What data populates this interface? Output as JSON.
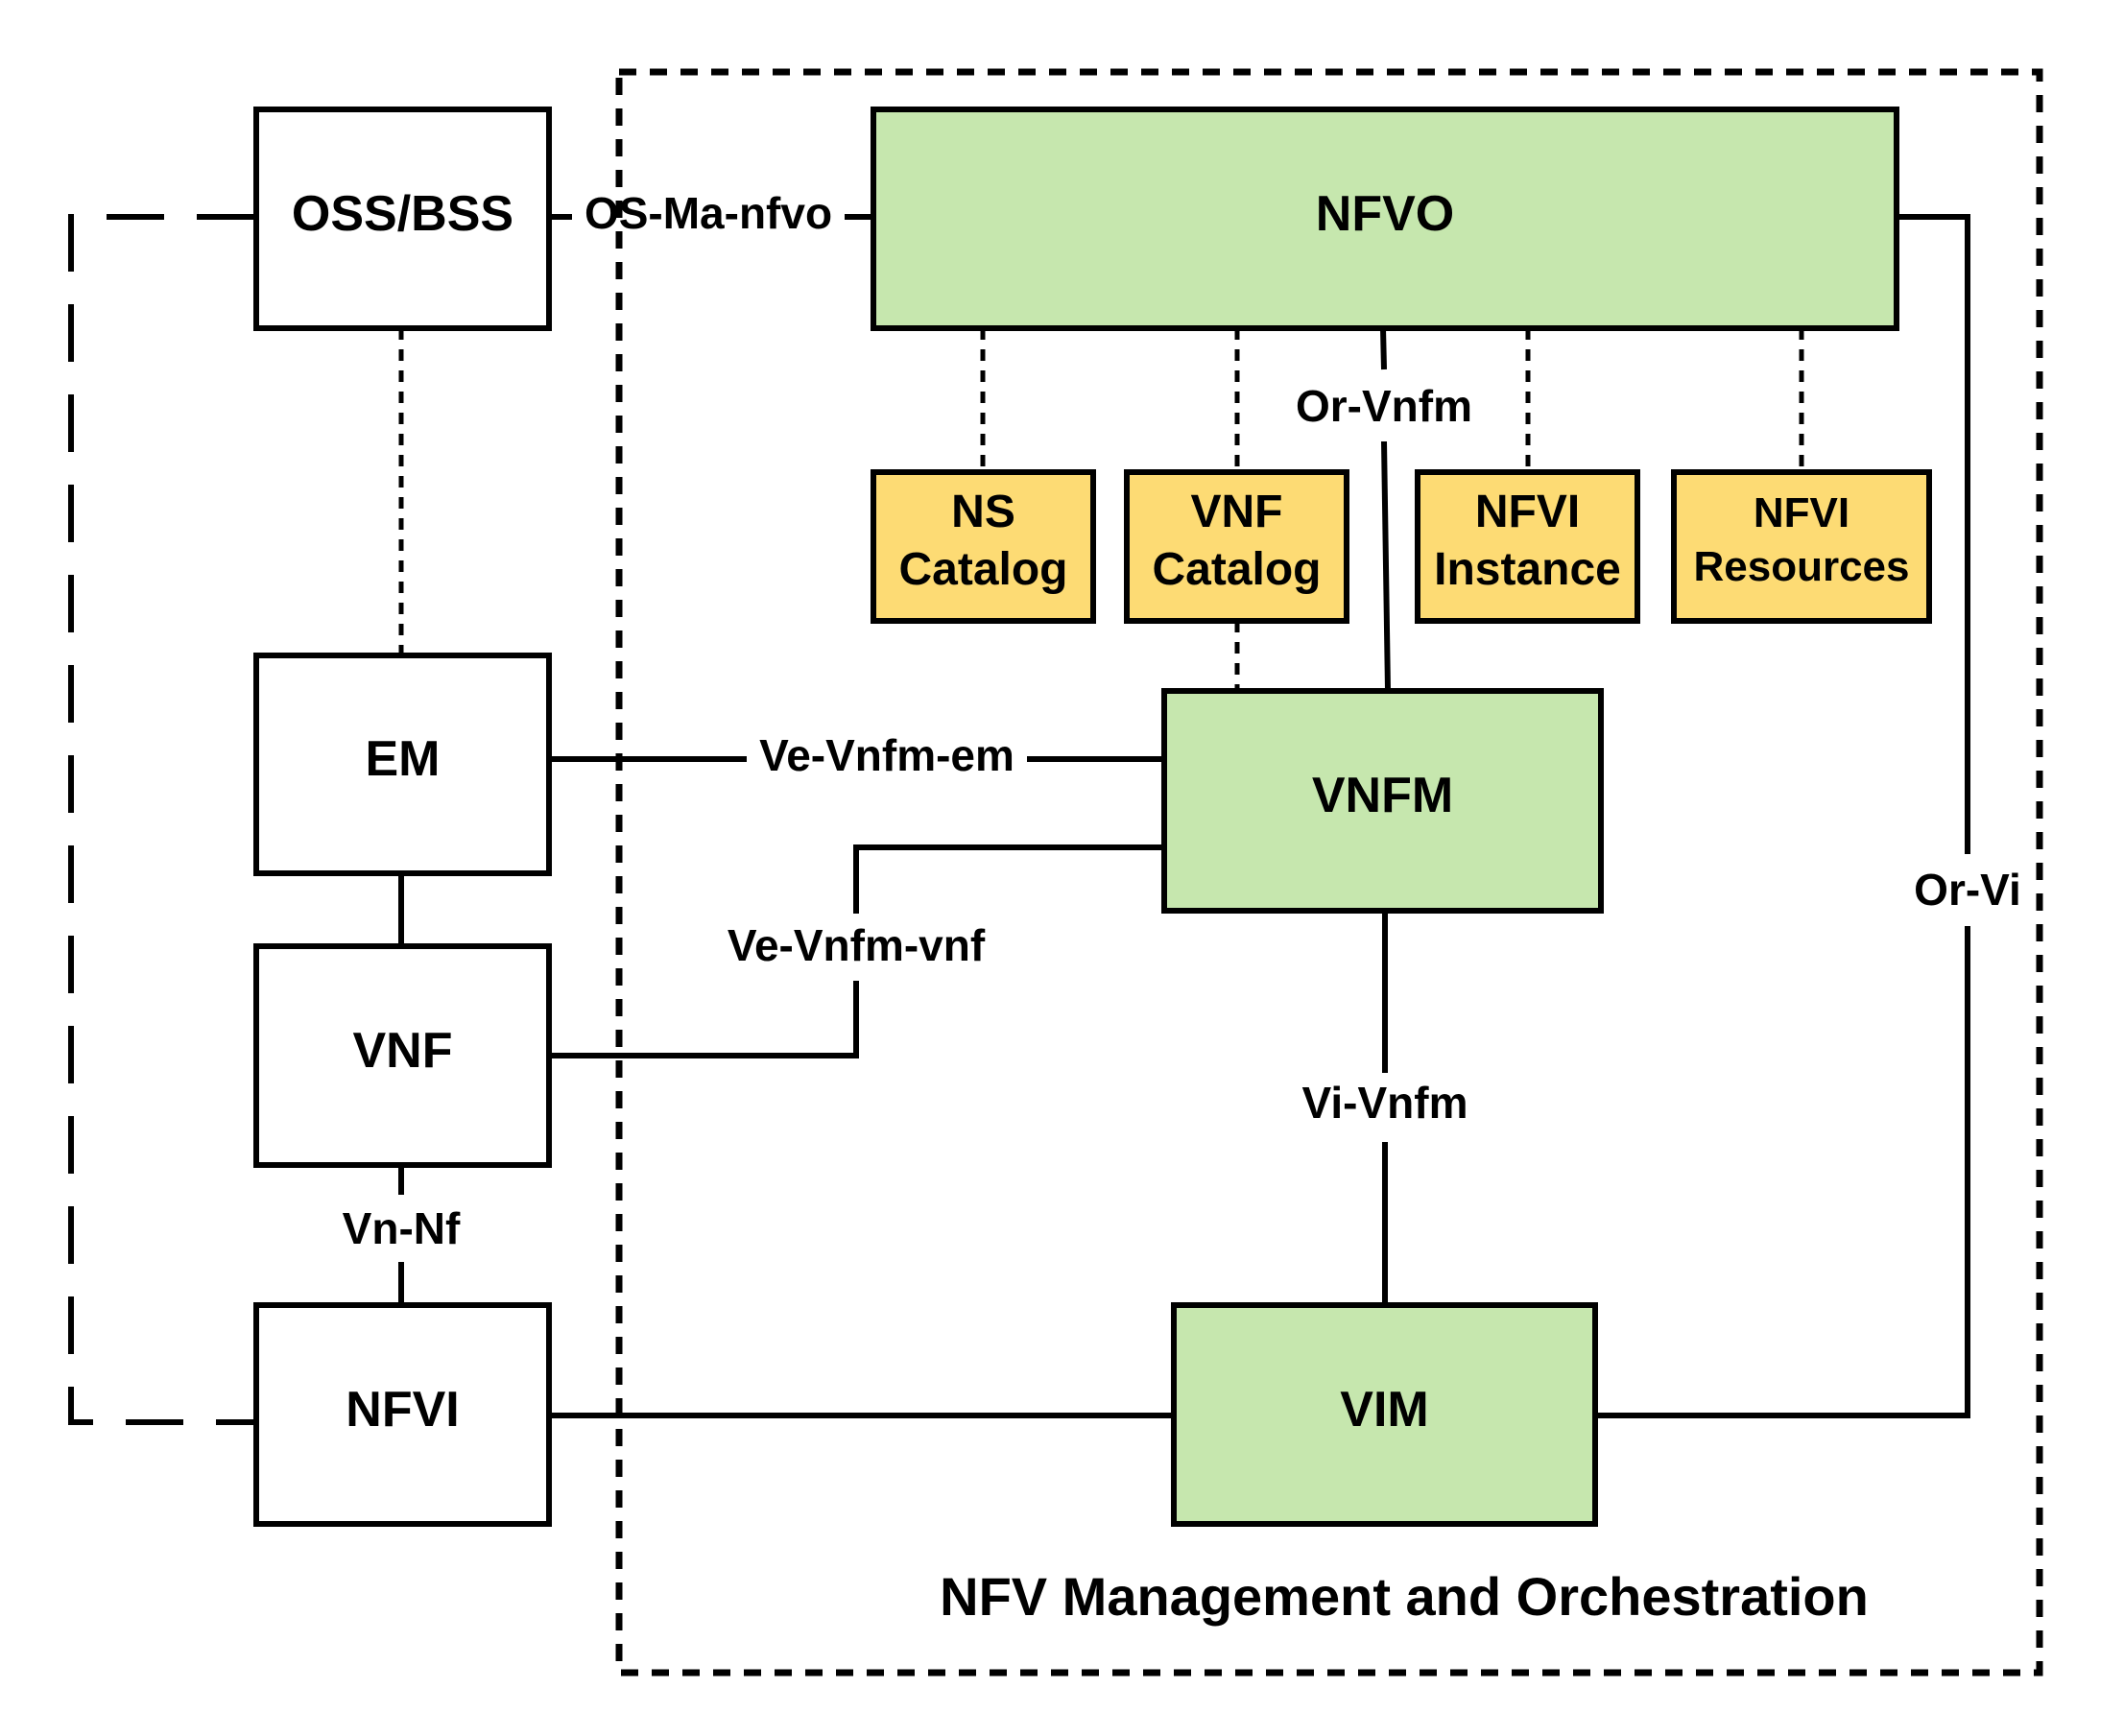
{
  "colors": {
    "orchestration_green": "#c6e7ae",
    "catalog_yellow": "#fddb74",
    "external_white": "#ffffff",
    "line": "#000000"
  },
  "frame": {
    "title": "NFV Management and Orchestration"
  },
  "external": {
    "oss_bss": "OSS/BSS",
    "em": "EM",
    "vnf": "VNF",
    "nfvi": "NFVI"
  },
  "mano": {
    "nfvo": "NFVO",
    "vnfm": "VNFM",
    "vim": "VIM"
  },
  "catalogs": {
    "ns_catalog": [
      "NS",
      "Catalog"
    ],
    "vnf_catalog": [
      "VNF",
      "Catalog"
    ],
    "nfvi_instance": [
      "NFVI",
      "Instance"
    ],
    "nfvi_resources": [
      "NFVI",
      "Resources"
    ]
  },
  "interfaces": {
    "os_ma_nfvo": "OS-Ma-nfvo",
    "or_vnfm": "Or-Vnfm",
    "ve_vnfm_em": "Ve-Vnfm-em",
    "ve_vnfm_vnf": "Ve-Vnfm-vnf",
    "vi_vnfm": "Vi-Vnfm",
    "vn_nf": "Vn-Nf",
    "or_vi": "Or-Vi"
  }
}
